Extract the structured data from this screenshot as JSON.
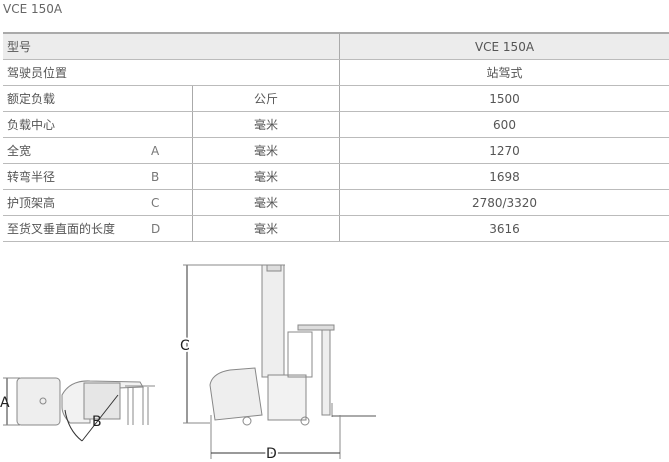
{
  "title": "VCE 150A",
  "table": {
    "header": {
      "label": "型号",
      "value": "VCE 150A"
    },
    "operator": {
      "label": "驾驶员位置",
      "value": "站驾式"
    },
    "rows": [
      {
        "label": "额定负载",
        "code": "",
        "unit": "公斤",
        "value": "1500"
      },
      {
        "label": "负载中心",
        "code": "",
        "unit": "毫米",
        "value": "600"
      },
      {
        "label": "全宽",
        "code": "A",
        "unit": "毫米",
        "value": "1270"
      },
      {
        "label": "转弯半径",
        "code": "B",
        "unit": "毫米",
        "value": "1698"
      },
      {
        "label": "护顶架高",
        "code": "C",
        "unit": "毫米",
        "value": "2780/3320"
      },
      {
        "label": "至货叉垂直面的长度",
        "code": "D",
        "unit": "毫米",
        "value": "3616"
      }
    ]
  },
  "diagram": {
    "a": "A",
    "b": "B",
    "c": "C",
    "d": "D"
  }
}
